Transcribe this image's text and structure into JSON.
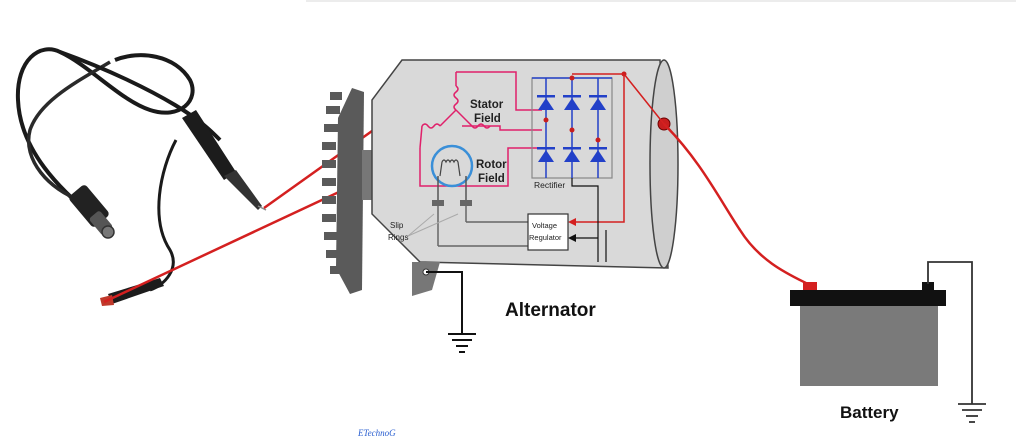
{
  "labels": {
    "stator_field_line1": "Stator",
    "stator_field_line2": "Field",
    "rotor_field_line1": "Rotor",
    "rotor_field_line2": "Field",
    "rectifier": "Rectifier",
    "slip_rings_line1": "Slip",
    "slip_rings_line2": "Rings",
    "voltage_regulator_line1": "Voltage",
    "voltage_regulator_line2": "Regulator",
    "alternator": "Alternator",
    "battery": "Battery"
  },
  "watermark": "ETechnoG",
  "colors": {
    "signal_wire": "#d42020",
    "stator_wire": "#e0206a",
    "diode": "#2240c8",
    "rotor_ring": "#3a8fd8",
    "alternator_body": "#d9d9d9",
    "battery_body": "#7a7a7a",
    "battery_top": "#111111"
  }
}
